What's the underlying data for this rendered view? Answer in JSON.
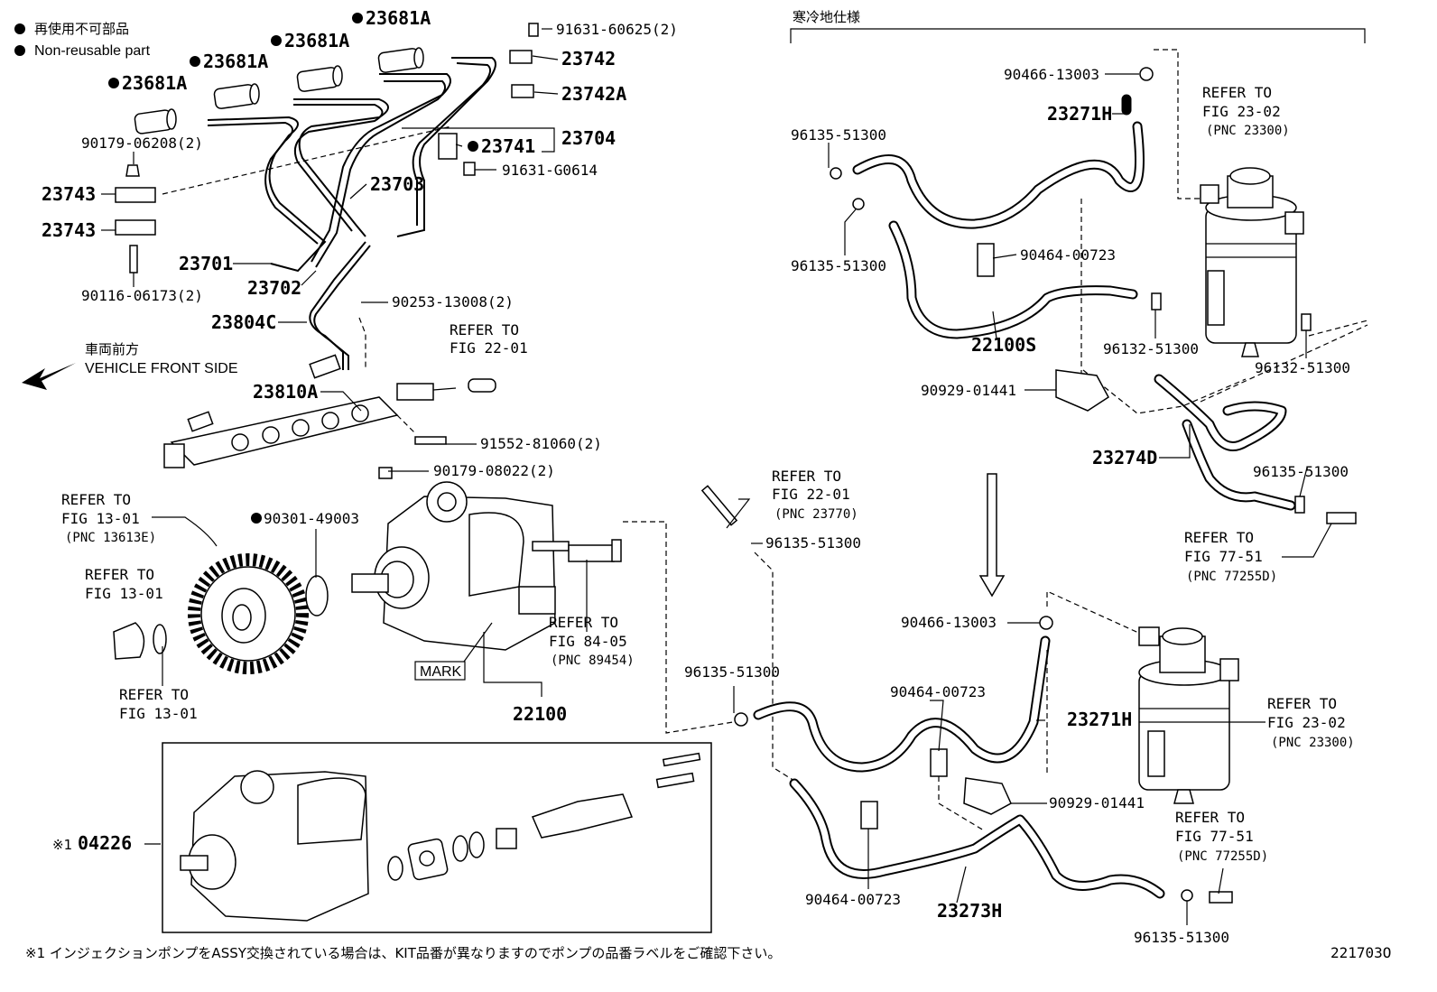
{
  "legend": {
    "jp": "再使用不可部品",
    "en": "Non-reusable part"
  },
  "cold_spec": "寒冷地仕様",
  "front": {
    "jp": "車両前方",
    "en": "VEHICLE FRONT SIDE"
  },
  "labels": {
    "p23681A_1": "23681A",
    "p23681A_2": "23681A",
    "p23681A_3": "23681A",
    "p23681A_4": "23681A",
    "p91631_60625": "91631-60625(2)",
    "p23742": "23742",
    "p23742A": "23742A",
    "p23741": "23741",
    "p23704": "23704",
    "p91631_G0614": "91631-G0614",
    "p90179_06208": "90179-06208(2)",
    "p23743_1": "23743",
    "p23743_2": "23743",
    "p23703": "23703",
    "p23701": "23701",
    "p23702": "23702",
    "p90116_06173": "90116-06173(2)",
    "p23804C": "23804C",
    "p90253_13008": "90253-13008(2)",
    "p23810A": "23810A",
    "p91552_81060": "91552-81060(2)",
    "p90179_08022": "90179-08022(2)",
    "p90301_49003": "90301-49003",
    "p22100": "22100",
    "mark": "MARK",
    "p96135_mid1": "96135-51300",
    "p96135_mid2": "96135-51300",
    "p04226_prefix": "※1",
    "p04226": "04226",
    "p90466_top": "90466-13003",
    "p23271H_top": "23271H",
    "p96135_tl1": "96135-51300",
    "p96135_tl2": "96135-51300",
    "p90464_top": "90464-00723",
    "p22100S": "22100S",
    "p96132_1": "96132-51300",
    "p96132_2": "96132-51300",
    "p90929_top": "90929-01441",
    "p23274D": "23274D",
    "p96135_r": "96135-51300",
    "p90466_bot": "90466-13003",
    "p90464_bot1": "90464-00723",
    "p23271H_bot": "23271H",
    "p90929_bot": "90929-01441",
    "p90464_bot2": "90464-00723",
    "p23273H": "23273H",
    "p96135_bot": "96135-51300"
  },
  "refs": {
    "r1301a": {
      "l1": "REFER TO",
      "l2": "FIG 13-01",
      "l3": "(PNC 13613E)"
    },
    "r1301b": {
      "l1": "REFER TO",
      "l2": "FIG 13-01"
    },
    "r1301c": {
      "l1": "REFER TO",
      "l2": "FIG 13-01"
    },
    "r2201a": {
      "l1": "REFER TO",
      "l2": "FIG 22-01"
    },
    "r2201b": {
      "l1": "REFER TO",
      "l2": "FIG 22-01",
      "l3": "(PNC 23770)"
    },
    "r8405": {
      "l1": "REFER TO",
      "l2": "FIG 84-05",
      "l3": "(PNC 89454)"
    },
    "r2302a": {
      "l1": "REFER TO",
      "l2": "FIG 23-02",
      "l3": "(PNC 23300)"
    },
    "r2302b": {
      "l1": "REFER TO",
      "l2": "FIG 23-02",
      "l3": "(PNC 23300)"
    },
    "r7751a": {
      "l1": "REFER TO",
      "l2": "FIG 77-51",
      "l3": "(PNC 77255D)"
    },
    "r7751b": {
      "l1": "REFER TO",
      "l2": "FIG 77-51",
      "l3": "(PNC 77255D)"
    }
  },
  "footnote": "※1 インジェクションポンプをASSY交換されている場合は、KIT品番が異なりますのでポンプの品番ラベルをご確認下さい。",
  "figure_id": "221703O"
}
